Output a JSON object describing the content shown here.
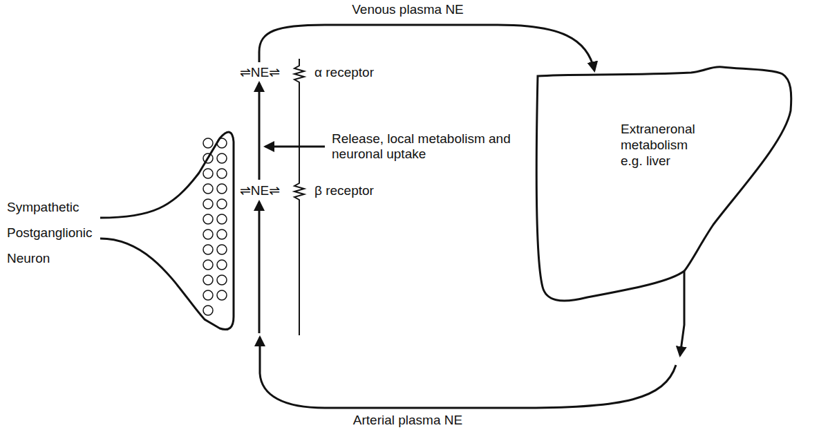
{
  "diagram": {
    "nodes": [
      {
        "text": [
          "Extraneronal metabolism e.g. liver"
        ]
      }
    ],
    "labels": [
      "Venous plasma NE",
      "Sympathetic",
      "Postganglionic",
      "Neuron",
      "⇌NE⇌",
      "α receptor",
      "Release, local metabolism and neuronal uptake",
      "⇌NE⇌",
      "β receptor",
      "Arterial plasma NE"
    ]
  }
}
